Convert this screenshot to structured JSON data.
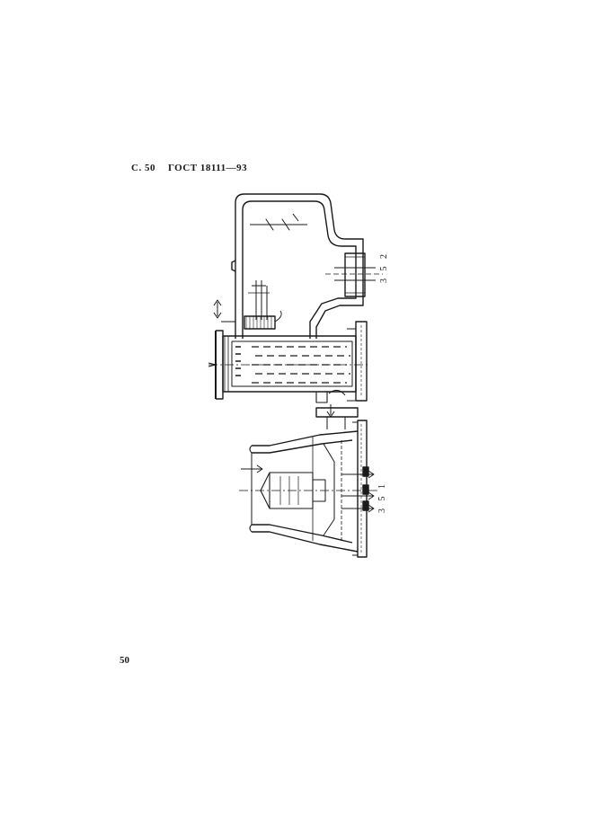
{
  "header": {
    "page_ref": "С. 50",
    "standard": "ГОСТ 18111—93"
  },
  "figures": [
    {
      "label": "3 5 2"
    },
    {
      "label": "3 5 1"
    }
  ],
  "footer": {
    "page_number": "50"
  }
}
